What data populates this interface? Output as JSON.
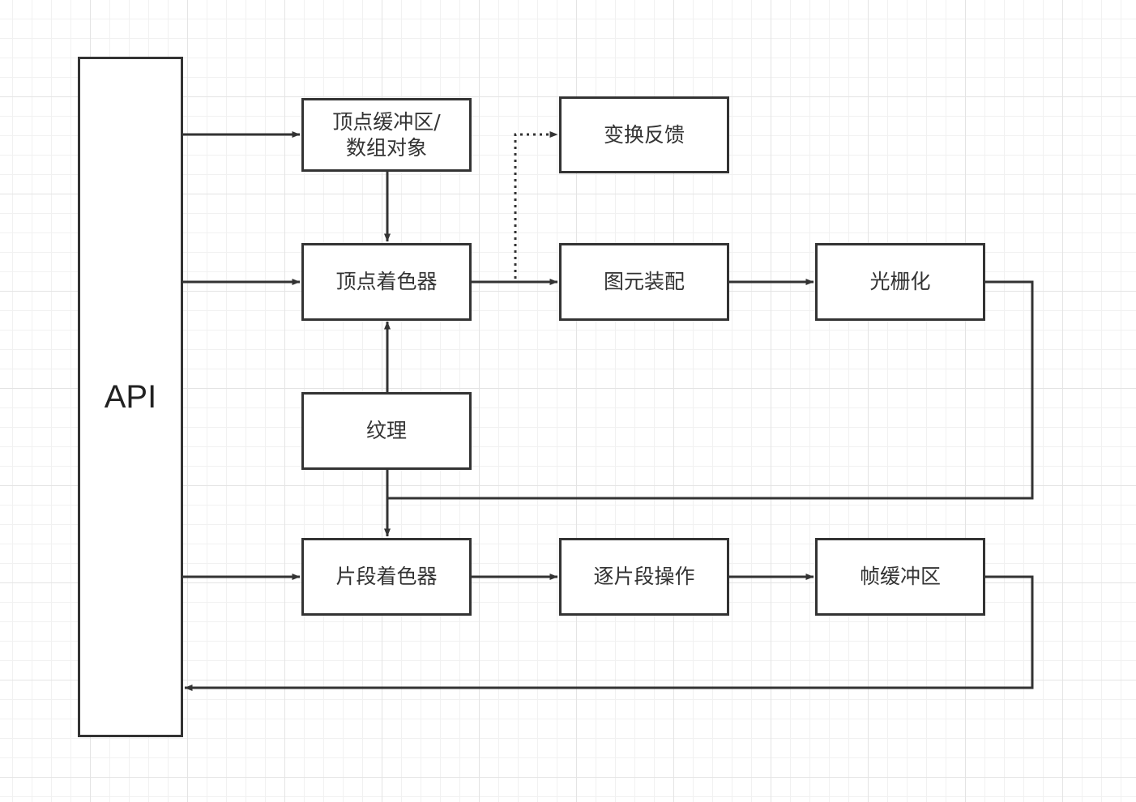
{
  "diagram": {
    "nodes": {
      "api": "API",
      "vertex_buffer": "顶点缓冲区/\n数组对象",
      "transform_feedback": "变换反馈",
      "vertex_shader": "顶点着色器",
      "primitive_assembly": "图元装配",
      "rasterization": "光栅化",
      "texture": "纹理",
      "fragment_shader": "片段着色器",
      "per_fragment_ops": "逐片段操作",
      "framebuffer": "帧缓冲区"
    },
    "colors": {
      "stroke": "#333333",
      "background": "#ffffff",
      "grid": "#e4e4e4"
    }
  }
}
